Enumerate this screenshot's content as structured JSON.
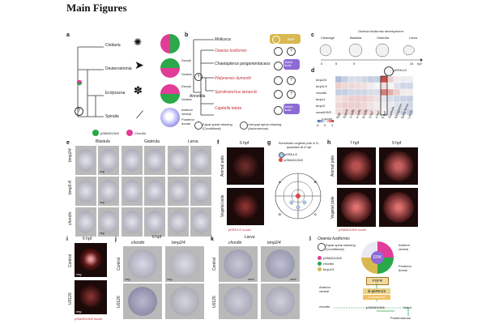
{
  "title": "Main Figures",
  "panel_a": {
    "label": "a",
    "taxa": [
      "Cnidaria",
      "Deuterostomia",
      "Ecdysozoa",
      "Spiralia"
    ],
    "question": "?",
    "axis_dorsal": "Dorsal",
    "axis_ventral": "Ventral",
    "axis_anterior_ventral": "Anterior ventral",
    "axis_posterior_dorsal": "Posterior dorsal",
    "legend_psmad": "pSMAD1/5/8",
    "legend_chordin": "Chordin"
  },
  "panel_b": {
    "label": "b",
    "taxa": [
      {
        "name": "Mollusca",
        "highlight": false
      },
      {
        "name": "Owenia fusiformis",
        "highlight": true
      },
      {
        "name": "Chaetopterus pergamentaceus",
        "highlight": false
      },
      {
        "name": "Platynereis dumerilii",
        "highlight": true
      },
      {
        "name": "Spirobranchus lamarcki",
        "highlight": true
      },
      {
        "name": "Capitella teleta",
        "highlight": true
      }
    ],
    "clade": "Annelida",
    "badges": [
      "BMP",
      "Activin/ Nodal",
      "Activin/ Nodal"
    ],
    "question": "?",
    "legend_equal": "Equal spiral cleaving (Conditional)",
    "legend_unequal": "Unequal spiral cleaving (Autonomous)"
  },
  "panel_c": {
    "label": "c",
    "header": "Owenia fusiformis development",
    "stages": [
      "Cleavage",
      "Blastula",
      "Gastrula",
      "Larva"
    ],
    "ticks": [
      "0",
      "5",
      "9",
      "24",
      "hpf"
    ]
  },
  "panel_d": {
    "label": "d",
    "badge": "pERK1/2",
    "genes": [
      "bmp2/4",
      "bmp5-8",
      "chordin",
      "bmpr1",
      "bmpr2",
      "smad1/5/8"
    ],
    "stages": [
      "Egg",
      "Zygote",
      "2-cells",
      "4-cells",
      "8-cells",
      "3 hpf",
      "4 hpf",
      "5 hpf",
      "Gastrula",
      "Elongation",
      "Early larva",
      "Larva"
    ],
    "zscore_label": "z-score",
    "zscore_ticks": [
      "-4",
      "0",
      "4"
    ],
    "heatmap": [
      [
        -1.5,
        -1.0,
        -0.6,
        -0.6,
        -0.8,
        -1.0,
        -1.0,
        3.5,
        0.8,
        0.2,
        -0.2,
        -0.2
      ],
      [
        0.8,
        0.6,
        0.6,
        0.5,
        0.4,
        0.2,
        0.0,
        0.5,
        0.0,
        -0.5,
        -0.8,
        -0.8
      ],
      [
        -1.0,
        -1.0,
        -0.8,
        -0.8,
        -0.8,
        -0.6,
        -0.6,
        2.5,
        1.5,
        0.8,
        0.2,
        0.2
      ],
      [
        0.4,
        0.6,
        0.8,
        0.8,
        0.8,
        0.6,
        0.4,
        -0.4,
        -0.6,
        -0.8,
        -0.9,
        -1.0
      ],
      [
        0.6,
        0.8,
        0.8,
        0.8,
        0.6,
        0.4,
        0.2,
        0.2,
        -0.3,
        -0.5,
        -0.6,
        -0.8
      ],
      [
        0.5,
        0.7,
        0.8,
        0.8,
        0.8,
        0.6,
        0.4,
        0.0,
        -0.4,
        -0.6,
        -0.8,
        -1.0
      ]
    ]
  },
  "panel_e": {
    "label": "e",
    "cols": [
      "Blastula",
      "Gastrula",
      "Larva"
    ],
    "rows": [
      "bmp2/4",
      "bmp5-8",
      "chordin"
    ],
    "view_veg": "veg"
  },
  "panel_f": {
    "label": "f",
    "time": "6 hpf",
    "rows": [
      "Animal pole",
      "Vegetal pole"
    ],
    "legend": "pERK1/2 nuclei",
    "view": "veg"
  },
  "panel_g": {
    "label": "g",
    "title": "Schematic vegetal pole & D-quadrant at 6 hpf",
    "legend_perk": "pERK1/2",
    "legend_psmad": "pSMAD1/5/8",
    "quadrants": [
      "A",
      "B",
      "C",
      "D"
    ]
  },
  "panel_h": {
    "label": "h",
    "times": [
      "7 hpf",
      "9 hpf"
    ],
    "rows": [
      "Animal pole",
      "Vegetal pole"
    ],
    "legend": "pSMAD1/5/8 nuclei"
  },
  "panel_i": {
    "label": "i",
    "time": "6 hpf",
    "rows": [
      "Control",
      "U0126"
    ],
    "view": "veg",
    "legend": "pSMAD1/5/8 nuclei"
  },
  "panel_j": {
    "label": "j",
    "time": "6 hpf",
    "genes": [
      "chordin",
      "bmp2/4"
    ],
    "rows": [
      "Control",
      "U0126"
    ],
    "view": "veg"
  },
  "panel_k": {
    "label": "k",
    "time": "Larva",
    "genes": [
      "chordin",
      "bmp2/4"
    ],
    "rows": [
      "Control",
      "U0126"
    ],
    "view": "vent"
  },
  "panel_l": {
    "label": "l",
    "species": "Owenia fusiformis",
    "cleaving": "Equal spiral cleaving (Conditional)",
    "axis_anterior_ventral": "Anterior ventral",
    "axis_posterior_dorsal": "Posterior dorsal",
    "legend": [
      "pSMAD1/5/8",
      "chordin",
      "bmp2/4"
    ],
    "erk": "ERK",
    "fgfr": "FGFR",
    "dperk": "di-pERK1/2",
    "dquad": "D-quadrant",
    "anterior_ventral2": "Anterior ventral",
    "chordin": "chordin",
    "psmad": "pSMAD1/5/8",
    "notch": "Notch",
    "posterodorsal": "Posterodorsal"
  }
}
